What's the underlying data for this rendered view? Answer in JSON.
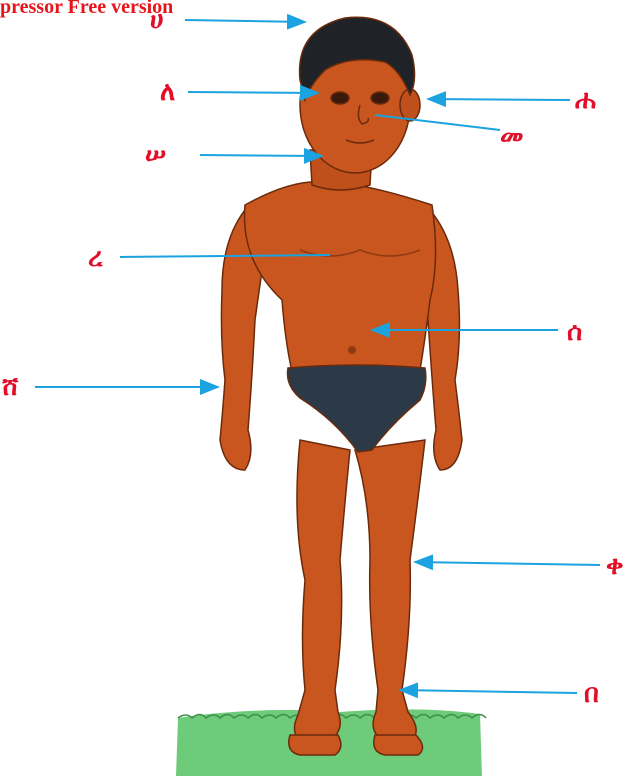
{
  "watermark": "pressor Free version",
  "colors": {
    "label": "#e0102a",
    "arrow": "#1aa3e0",
    "skin": "#c8561e",
    "skin_dark": "#8f3a12",
    "hair": "#1f2328",
    "briefs": "#2c3947",
    "grass": "#6ecb7a"
  },
  "labels": {
    "hair": "ሀ",
    "eye": "ለ",
    "ear": "ሐ",
    "nose": "መ",
    "neck": "ሠ",
    "chest": "ረ",
    "stomach": "ሰ",
    "arm": "ሸ",
    "knee": "ቀ",
    "ankle": "በ"
  }
}
